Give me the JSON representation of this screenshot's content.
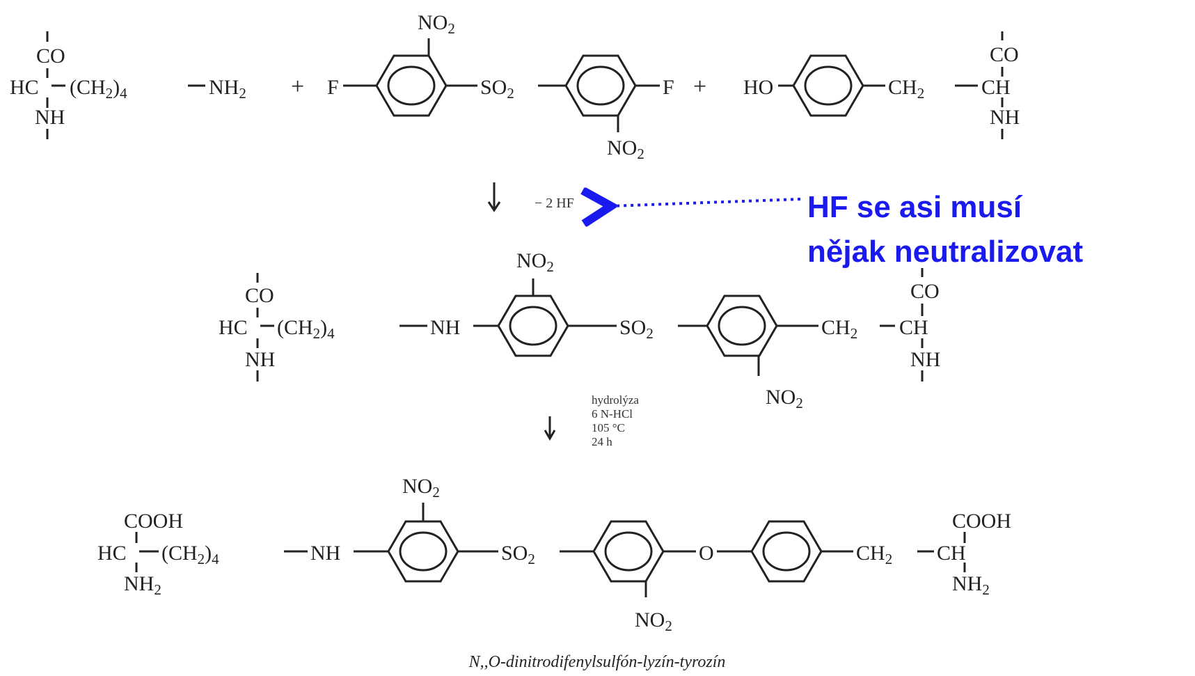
{
  "reactant_lys": {
    "top": "CO",
    "left": "HC",
    "chain": "(CH",
    "chain_sub": "2",
    "chain_post": ")",
    "chain_sub2": "4",
    "amine": "NH",
    "amine_sub": "2",
    "bottom": "NH"
  },
  "plus": "+",
  "reagent": {
    "f_left": "F",
    "no2_top": "NO",
    "no2_top_sub": "2",
    "so2": "SO",
    "so2_sub": "2",
    "f_right": "F",
    "no2_bottom": "NO",
    "no2_bottom_sub": "2"
  },
  "reactant_tyr": {
    "ho": "HO",
    "ch2": "CH",
    "ch2_sub": "2",
    "top": "CO",
    "mid": "CH",
    "bottom": "NH"
  },
  "step1": {
    "label": "− 2 HF"
  },
  "annotation": {
    "line1": "HF  se asi musí",
    "line2": "nějak neutralizovat",
    "color": "#1a1aee"
  },
  "intermediate": {
    "top": "CO",
    "left": "HC",
    "chain": "(CH",
    "chain_sub": "2",
    "chain_post": ")",
    "chain_sub2": "4",
    "nh": "NH",
    "bottom": "NH",
    "no2_top": "NO",
    "no2_top_sub": "2",
    "so2": "SO",
    "so2_sub": "2",
    "ch2": "CH",
    "ch2_sub": "2",
    "right_top": "CO",
    "right_mid": "CH",
    "right_bottom": "NH",
    "no2_bottom": "NO",
    "no2_bottom_sub": "2"
  },
  "step2": {
    "lines": [
      "hydrolýza",
      "6 N-HCl",
      "105 °C",
      "24 h"
    ]
  },
  "product": {
    "top": "COOH",
    "left": "HC",
    "chain": "(CH",
    "chain_sub": "2",
    "chain_post": ")",
    "chain_sub2": "4",
    "nh": "NH",
    "bottom": "NH",
    "bottom_sub": "2",
    "no2_top": "NO",
    "no2_top_sub": "2",
    "so2": "SO",
    "so2_sub": "2",
    "o": "O",
    "ch2": "CH",
    "ch2_sub": "2",
    "right_top": "COOH",
    "right_mid": "CH",
    "right_bottom": "NH",
    "right_bottom_sub": "2",
    "no2_bottom": "NO",
    "no2_bottom_sub": "2"
  },
  "caption": "N,,O-dinitrodifenylsulfón-lyzín-tyrozín"
}
